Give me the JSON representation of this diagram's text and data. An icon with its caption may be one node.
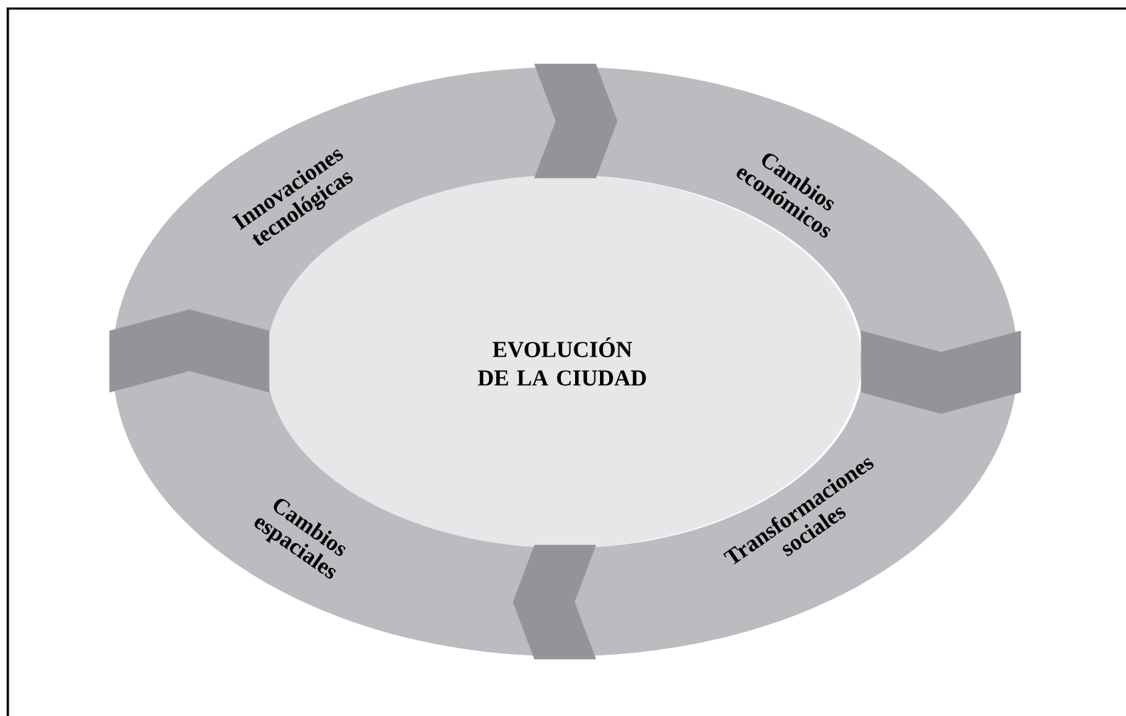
{
  "diagram": {
    "nodes": [
      {
        "text": [
          "EVOLUCIÓN DE LA CIUDAD"
        ]
      },
      {
        "text": [
          "Innovaciones tecnológicas"
        ]
      },
      {
        "text": [
          "Cambios económicos"
        ]
      },
      {
        "text": [
          "Transformaciones sociales"
        ]
      },
      {
        "text": [
          "Cambios espaciales"
        ]
      }
    ],
    "edges": [
      {
        "from": 1,
        "to": 2,
        "arrow": "to"
      },
      {
        "from": 2,
        "to": 3,
        "arrow": "to"
      },
      {
        "from": 3,
        "to": 4,
        "arrow": "to"
      },
      {
        "from": 4,
        "to": 1,
        "arrow": "to"
      }
    ]
  }
}
